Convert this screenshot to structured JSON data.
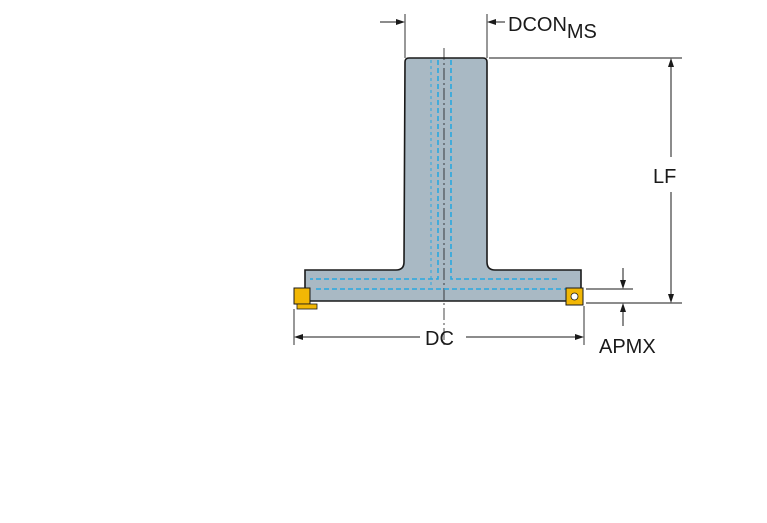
{
  "labels": {
    "dcon": "DCON",
    "dcon_subscript": "MS",
    "lf": "LF",
    "dc": "DC",
    "apmx": "APMX"
  },
  "colors": {
    "body_fill": "#a9b9c4",
    "body_stroke": "#1a1a1a",
    "coolant": "#29a8e0",
    "insert": "#f2b705",
    "dimension_line": "#1a1a1a"
  }
}
